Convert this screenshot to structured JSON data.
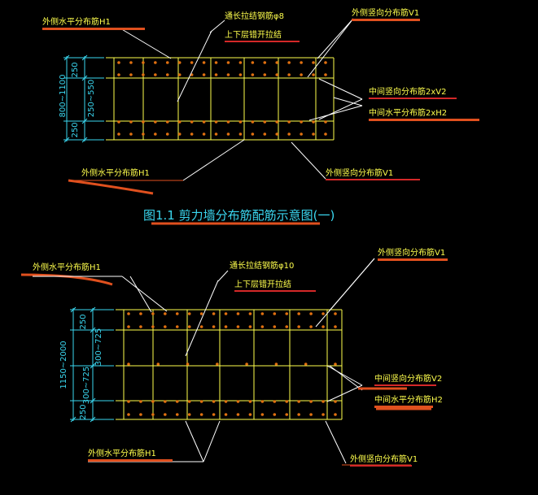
{
  "colors": {
    "background": "#000000",
    "rebar": "#ffff4d",
    "dimension": "#3ad7f0",
    "leader": "#ffffff",
    "underline_orange": "#e0501e",
    "underline_red": "#d42828",
    "bar_dot": "#e07010"
  },
  "fig1": {
    "label_outer_h_top": "外侧水平分布筋H1",
    "label_tie": "通长拉结钢筋φ8",
    "label_tie_note": "上下层错开拉结",
    "label_outer_v_top": "外侧竖向分布筋V1",
    "label_mid_v": "中间竖向分布筋2xV2",
    "label_mid_h": "中间水平分布筋2xH2",
    "label_outer_h_bottom": "外侧水平分布筋H1",
    "label_outer_v_bottom": "外侧竖向分布筋V1",
    "dim_total": "800~1100",
    "dim_top": "250",
    "dim_mid": "250~550",
    "dim_bottom": "250",
    "caption": "图1.1 剪力墙分布筋配筋示意图(一)"
  },
  "fig2": {
    "label_outer_h_top": "外侧水平分布筋H1",
    "label_tie": "通长拉结钢筋φ10",
    "label_tie_note": "上下层错开拉结",
    "label_outer_v_top": "外侧竖向分布筋V1",
    "label_mid_v": "中间竖向分布筋V2",
    "label_mid_h": "中间水平分布筋H2",
    "label_outer_h_bottom": "外侧水平分布筋H1",
    "label_outer_v_bottom": "外侧竖向分布筋V1",
    "dim_total": "1150~2000",
    "dim_top": "250",
    "dim_upper_mid": "300~725",
    "dim_lower_mid": "300~725",
    "dim_bottom": "250"
  }
}
